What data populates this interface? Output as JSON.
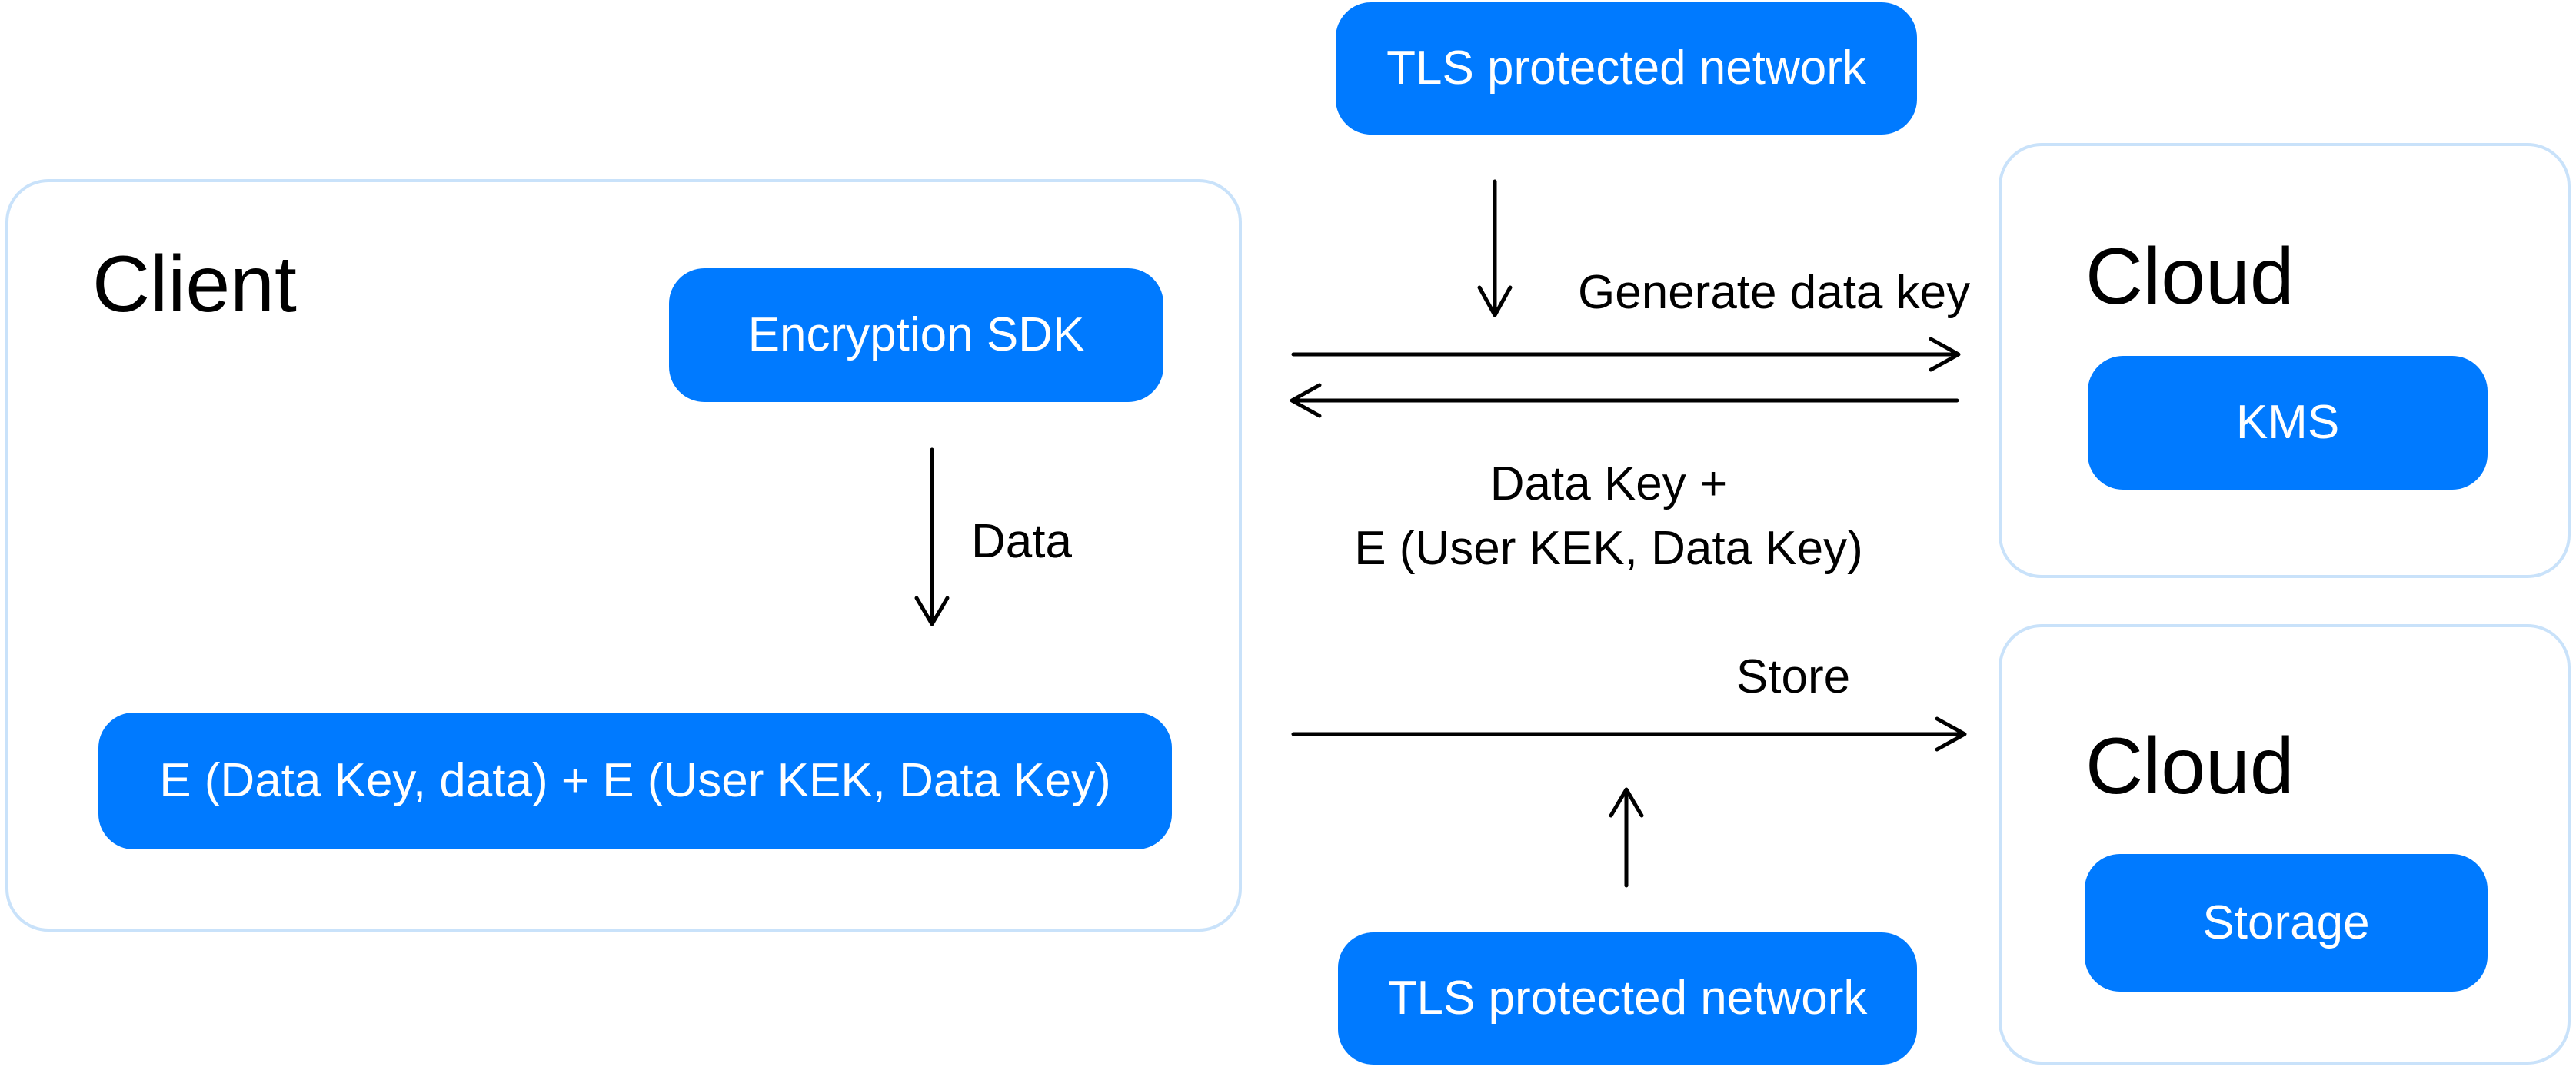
{
  "colors": {
    "accent_blue": "#007aff",
    "container_border": "#c9e2fa",
    "text_black": "#000000",
    "pill_text": "#ffffff",
    "background": "#ffffff"
  },
  "diagram": {
    "tls_top": {
      "label": "TLS protected network"
    },
    "tls_bottom": {
      "label": "TLS protected network"
    },
    "client": {
      "title": "Client",
      "sdk_label": "Encryption SDK",
      "payload_label": "E (Data Key, data) + E (User KEK, Data Key)"
    },
    "cloud_kms": {
      "title": "Cloud",
      "service_label": "KMS"
    },
    "cloud_storage": {
      "title": "Cloud",
      "service_label": "Storage"
    },
    "labels": {
      "generate": "Generate data key",
      "data": "Data",
      "data_key_line1": "Data Key +",
      "data_key_line2": "E (User KEK, Data Key)",
      "store": "Store"
    }
  }
}
